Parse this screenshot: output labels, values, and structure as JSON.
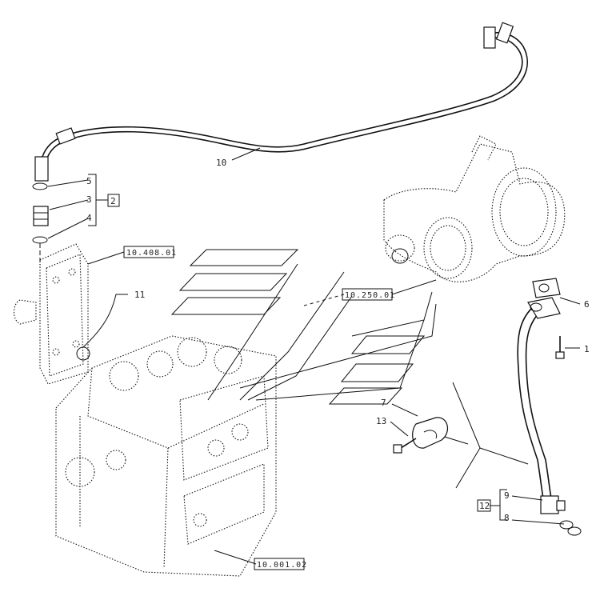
{
  "callouts": {
    "c10": "10",
    "c5": "5",
    "c3": "3",
    "c4": "4",
    "c2": "2",
    "c11": "11",
    "c6": "6",
    "c1": "1",
    "c7": "7",
    "c13": "13",
    "c9": "9",
    "c8": "8",
    "c12": "12"
  },
  "references": {
    "ref_oil_cooler": "10.408.01",
    "ref_turbo": "10.250.01",
    "ref_block": "10.001.02"
  }
}
